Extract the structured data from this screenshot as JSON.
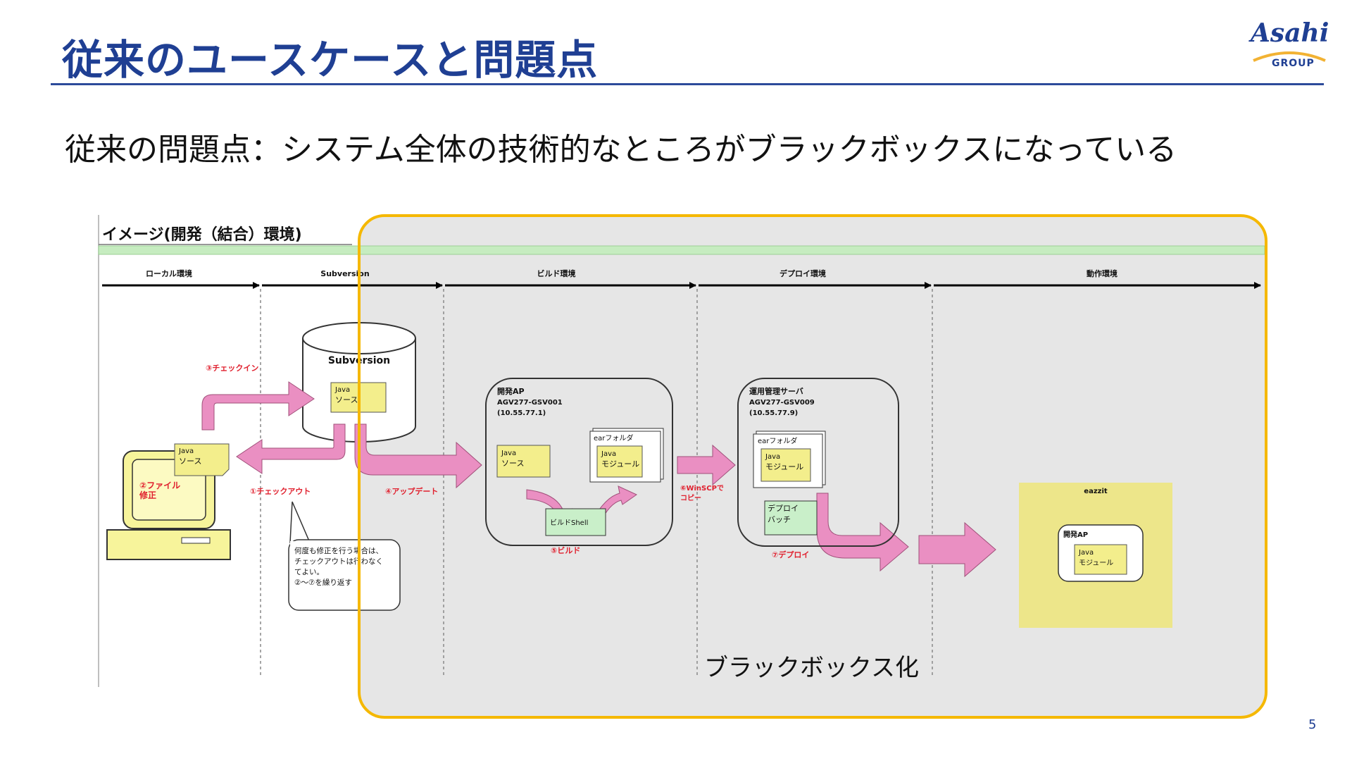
{
  "slide": {
    "title": "従来のユースケースと問題点",
    "subtitle": "従来の問題点：システム全体の技術的なところがブラックボックスになっている",
    "page_number": "5",
    "logo": {
      "word": "Asahi",
      "group": "GROUP"
    }
  },
  "diagram": {
    "heading": "イメージ(開発（結合）環境)",
    "lanes": [
      "ローカル環境",
      "Subversion",
      "ビルド環境",
      "デプロイ環境",
      "動作環境"
    ],
    "repository_label": "Subversion",
    "java_source": [
      "Java",
      "ソース"
    ],
    "java_module": [
      "Java",
      "モジュール"
    ],
    "local_note": [
      "②ファイル",
      "修正"
    ],
    "steps": {
      "checkin": "③チェックイン",
      "checkout": "①チェックアウト",
      "update": "④アップデート",
      "build": "⑤ビルド",
      "winscp": [
        "⑥WinSCPで",
        "コピー"
      ],
      "deploy": "⑦デプロイ"
    },
    "callout": [
      "何度も修正を行う場合は、",
      "チェックアウトは行わなく",
      "てよい。",
      "②～⑦を繰り返す"
    ],
    "dev_ap": {
      "name": "開発AP",
      "host": "AGV277-GSV001",
      "ip": "(10.55.77.1)"
    },
    "ops_server": {
      "name": "運用管理サーバ",
      "host": "AGV277-GSV009",
      "ip": "(10.55.77.9)"
    },
    "ear_folder": "earフォルダ",
    "build_shell": "ビルドShell",
    "deploy_batch": [
      "デプロイ",
      "バッチ"
    ],
    "runtime": {
      "name": "eazzit",
      "ap": "開発AP"
    },
    "black_box_label": "ブラックボックス化"
  },
  "colors": {
    "title_blue": "#1f3f93",
    "black_box_border": "#f5b800",
    "black_box_fill": "#e6e6e6",
    "arrow_pink": "#ea8fc2",
    "note_yellow": "#f3ee8c",
    "shell_green": "#c9efc9",
    "lane_green": "#c6ecc0",
    "runtime_yellow": "#ede68a"
  }
}
